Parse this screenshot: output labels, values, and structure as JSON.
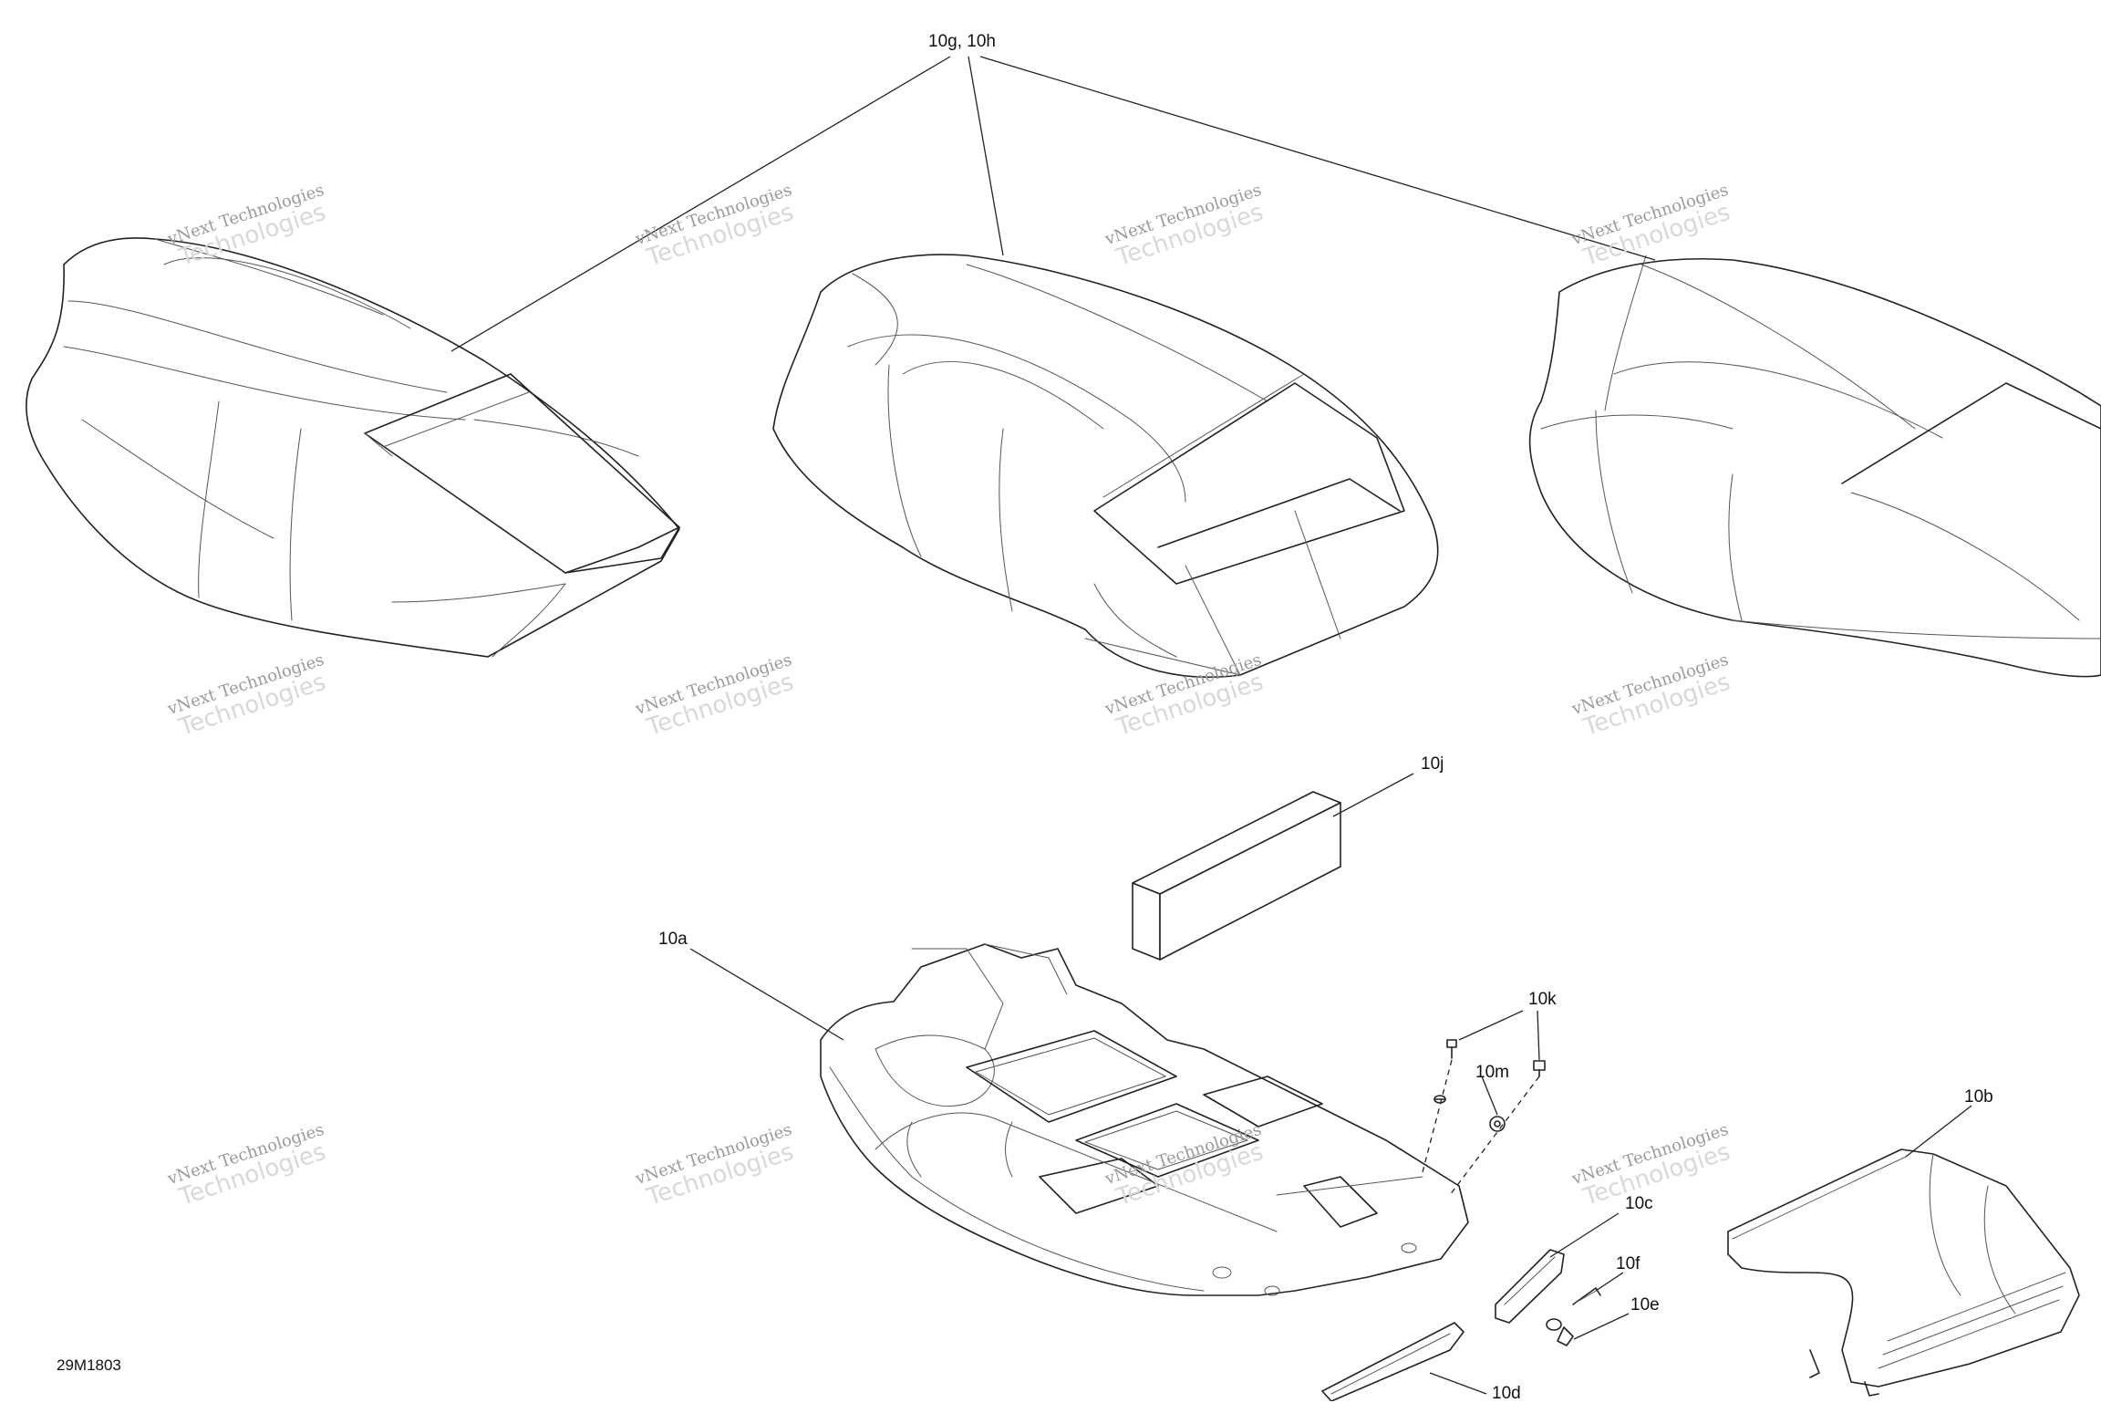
{
  "diagram": {
    "figure_code": "29M1803",
    "callouts": {
      "c10gh": "10g, 10h",
      "c10j": "10j",
      "c10a": "10a",
      "c10k": "10k",
      "c10m": "10m",
      "c10b": "10b",
      "c10c": "10c",
      "c10f": "10f",
      "c10e": "10e",
      "c10d": "10d"
    },
    "watermark": {
      "line1": "vNext Technologies",
      "line2": "Technologies"
    }
  }
}
